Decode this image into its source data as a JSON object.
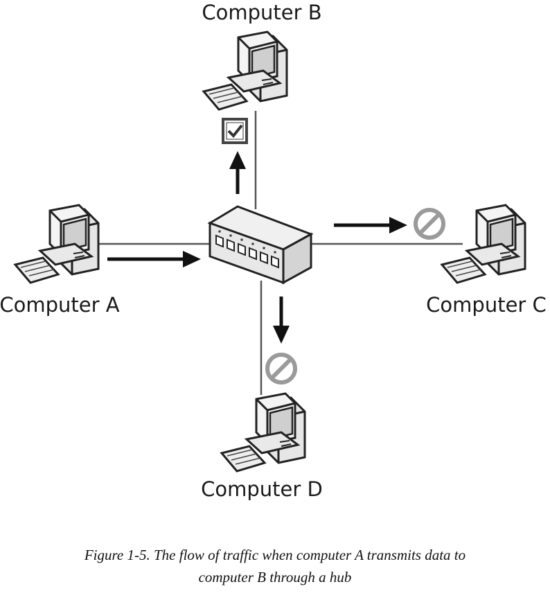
{
  "nodes": {
    "computer_a": "Computer A",
    "computer_b": "Computer B",
    "computer_c": "Computer C",
    "computer_d": "Computer D"
  },
  "caption": {
    "line1": "Figure 1-5. The flow of traffic when computer A transmits data to",
    "line2": "computer B through a hub"
  },
  "colors": {
    "line": "#555555",
    "arrow": "#111111",
    "accept": "#444444",
    "block": "#999999",
    "device_fill": "#f2f2f2",
    "device_stroke": "#222222"
  }
}
